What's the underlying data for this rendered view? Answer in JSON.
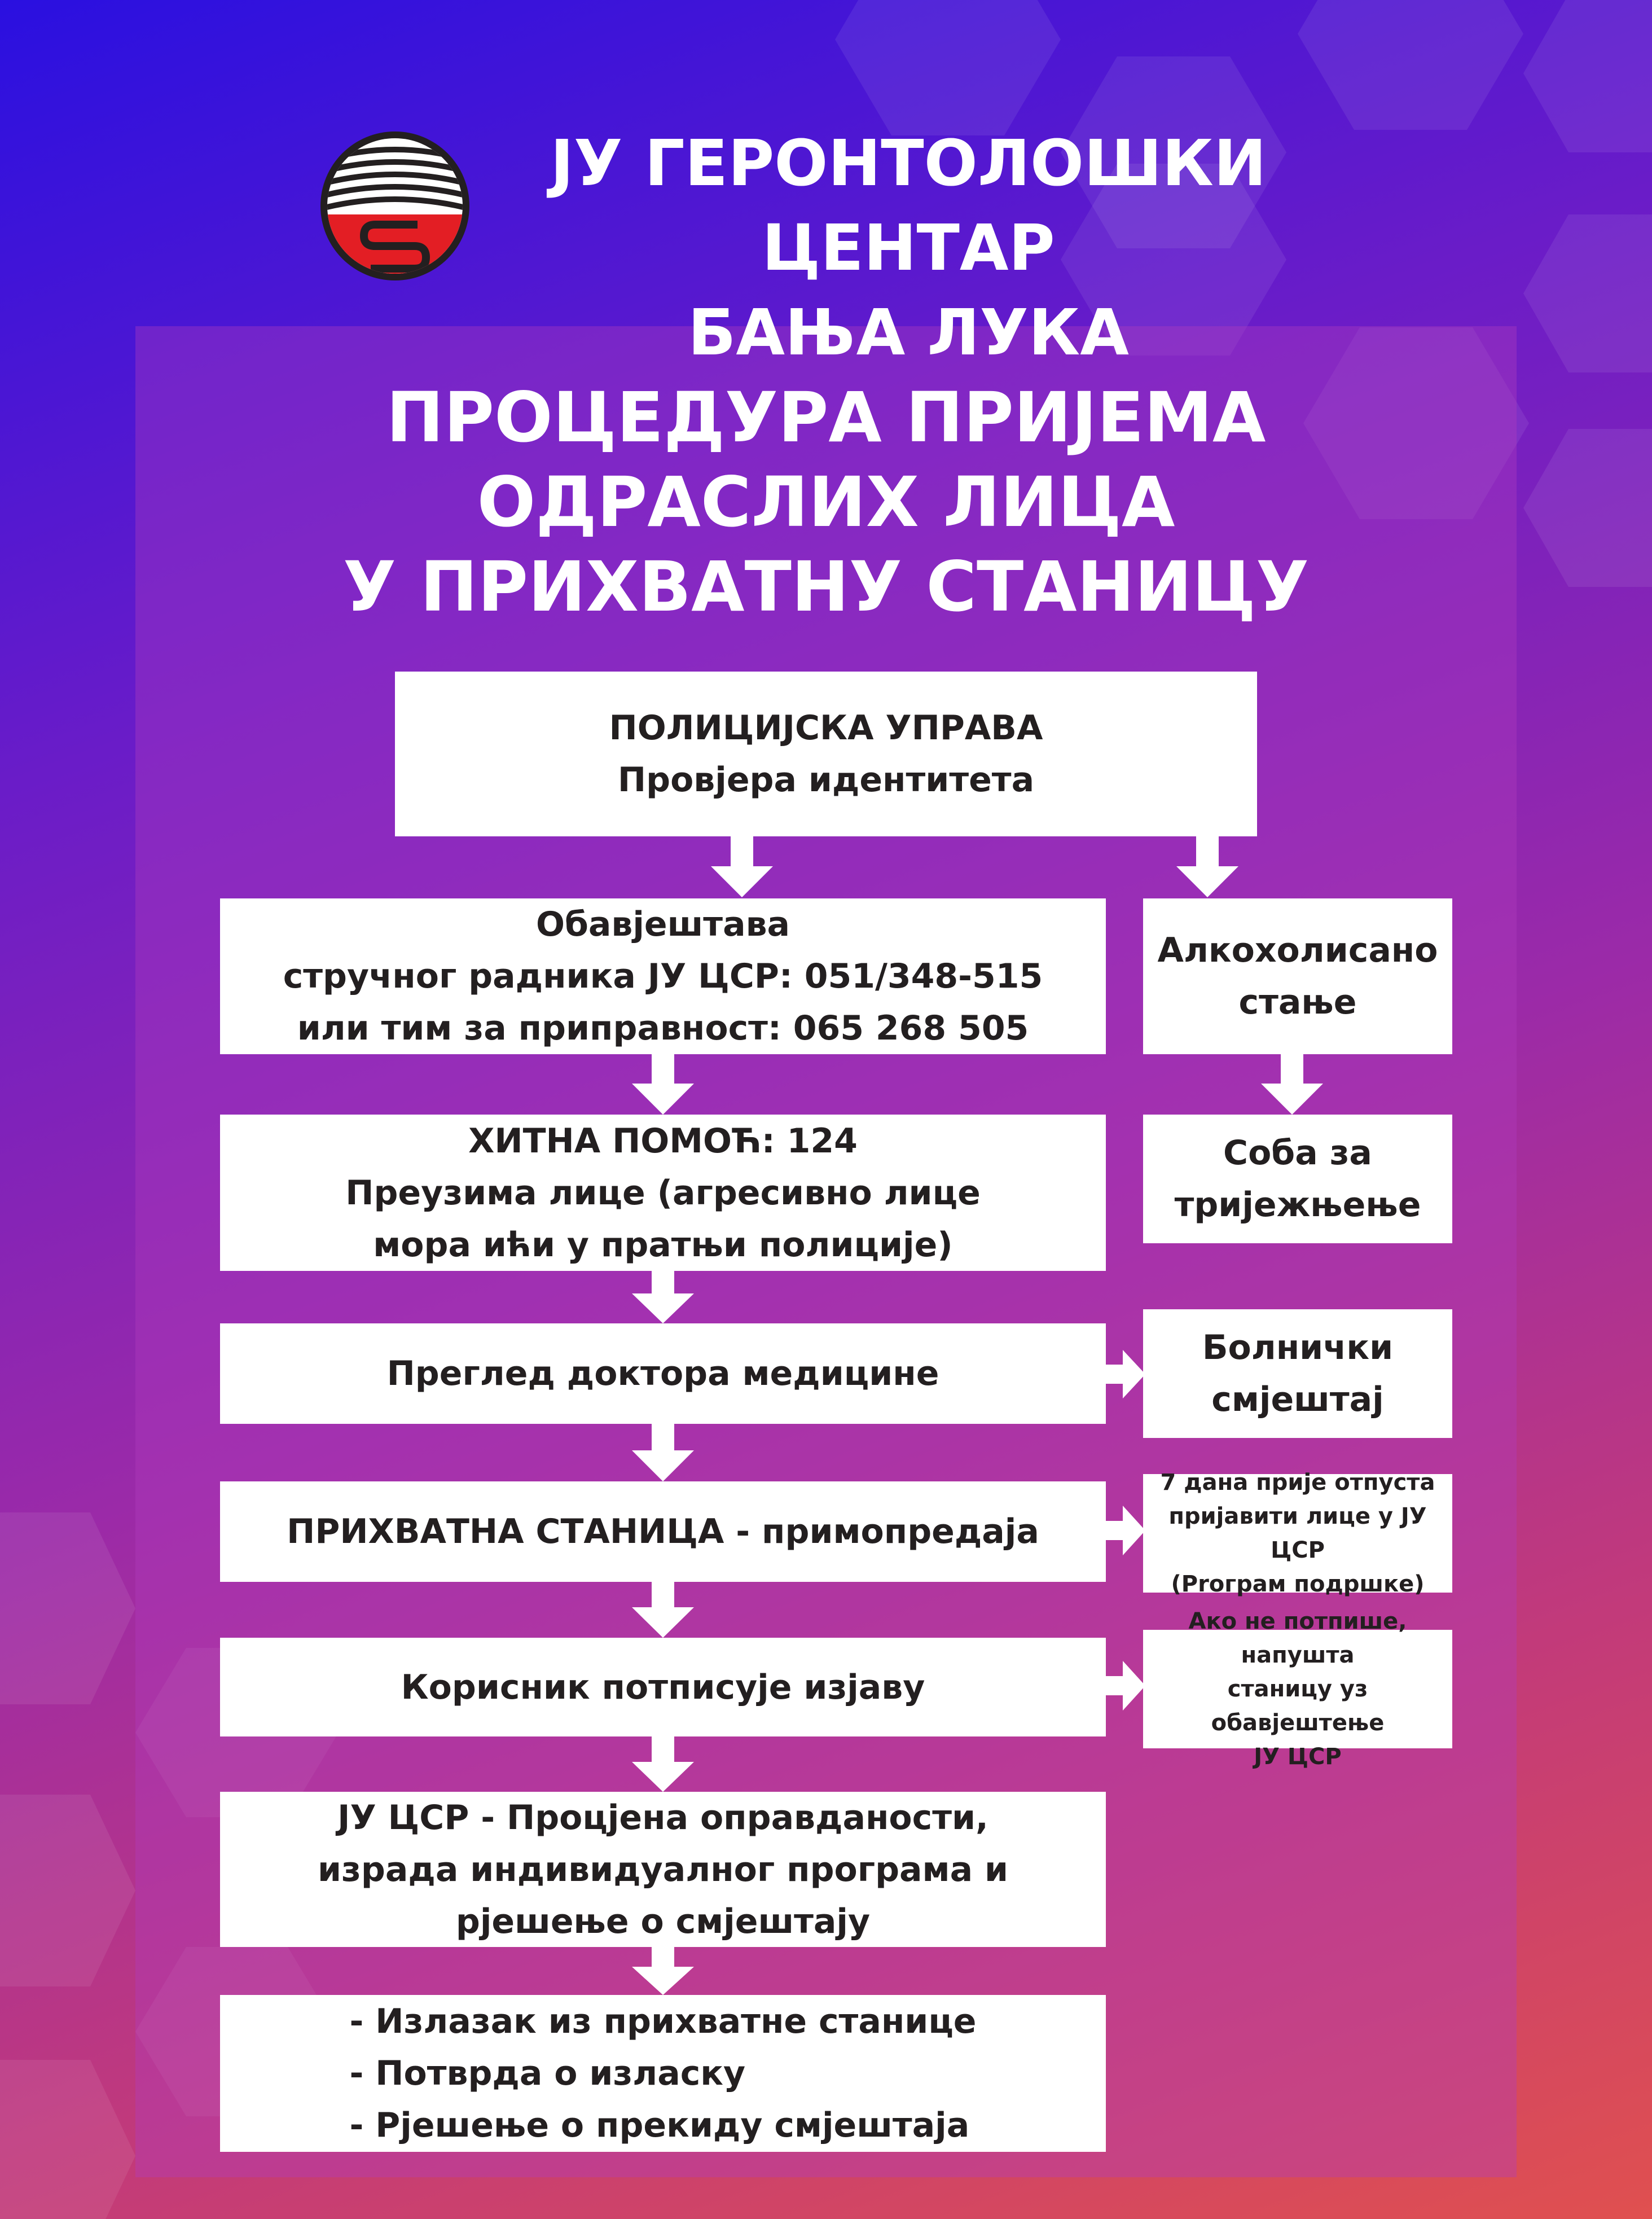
{
  "header": {
    "org_line1": "ЈУ ГЕРОНТОЛОШКИ ЦЕНТАР",
    "org_line2": "БАЊА ЛУКА",
    "logo_icon": "gerontology-center-logo-icon"
  },
  "title": {
    "line1": "ПРОЦЕДУРА ПРИЈЕМА",
    "line2": "ОДРАСЛИХ ЛИЦА",
    "line3": "У ПРИХВАТНУ СТАНИЦУ"
  },
  "flow": {
    "police": {
      "line1": "ПОЛИЦИЈСКА УПРАВА",
      "line2": "Провјера идентитета"
    },
    "notify": {
      "line1": "Обавјештава",
      "line2": "стручног радника ЈУ ЦСР: 051/348-515",
      "line3": "или тим за приправност: 065 268 505"
    },
    "alcohol": {
      "line1": "Алкохолисано",
      "line2": "стање"
    },
    "sober_room": {
      "line1": "Соба за",
      "line2": "тријежњење"
    },
    "ambulance": {
      "line1": "ХИТНА ПОМОЋ: 124",
      "line2": "Преузима лице (агресивно лице",
      "line3": "мора ићи у пратњи полиције)"
    },
    "doctor": {
      "line1": "Преглед доктора медицине"
    },
    "hospital": {
      "line1": "Болнички",
      "line2": "смјештај"
    },
    "handover": {
      "line1": "ПРИХВАТНА СТАНИЦА - примопредаја"
    },
    "report": {
      "line1": "7 дана прије отпуста",
      "line2": "пријавити лице у ЈУ ЦСР",
      "line3": "(Рrограм подршке)"
    },
    "sign": {
      "line1": "Корисник потписује изјаву"
    },
    "not_sign": {
      "line1": "Ако не потпише, напушта",
      "line2": "станицу уз обавјештење",
      "line3": "ЈУ ЦСР"
    },
    "assessment": {
      "line1": "ЈУ ЦСР - Процјена оправданости,",
      "line2": "израда индивидуалног програма и",
      "line3": "рјешење о смјештају"
    },
    "exit": {
      "line1": "- Излазак из прихватне станице",
      "line2": "- Потврда о изласку",
      "line3": "- Рјешење о прекиду смјештаја"
    }
  },
  "colors": {
    "box_fill": "#ffffff",
    "box_text": "#231f20",
    "title_text": "#ffffff",
    "logo_red": "#e31e24",
    "logo_dark": "#231f20"
  }
}
